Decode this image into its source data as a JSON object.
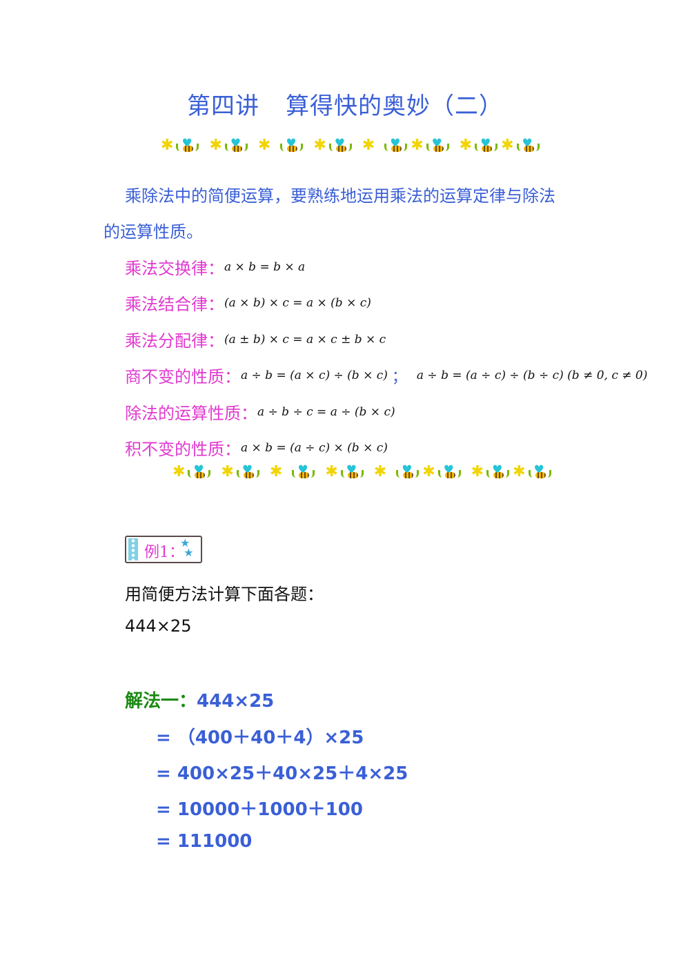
{
  "title": {
    "part1": "第四讲",
    "part2": "算得快的奥妙（二）"
  },
  "intro": {
    "line1": "乘除法中的简便运算，要熟练地运用乘法的运算定律与除法",
    "line2": "的运算性质。"
  },
  "rules": [
    {
      "label": "乘法交换律：",
      "formula": "a × b = b × a"
    },
    {
      "label": "乘法结合律：",
      "formula": "(a × b) × c = a × (b × c)"
    },
    {
      "label": "乘法分配律：",
      "formula": "(a ± b) × c = a × c ± b × c"
    },
    {
      "label": "商不变的性质：",
      "formula": "a ÷ b = (a × c) ÷ (b × c)",
      "separator": "；",
      "formula2": "a ÷ b = (a ÷ c) ÷ (b ÷ c)  (b ≠ 0, c ≠ 0)"
    },
    {
      "label": "除法的运算性质：",
      "formula": "a ÷ b ÷ c = a ÷ (b × c)"
    },
    {
      "label": "积不变的性质：",
      "formula": "a × b = (a ÷ c) × (b × c)"
    }
  ],
  "example": {
    "badge": "例1：",
    "instruction": "用简便方法计算下面各题：",
    "problem": "444×25"
  },
  "solution": {
    "label": "解法一：",
    "expr": "444×25",
    "steps": [
      "=  （400＋40＋4）×25",
      "= 400×25＋40×25＋4×25",
      "= 10000＋1000＋100",
      "= 111000"
    ]
  },
  "colors": {
    "title": "#3a5fd6",
    "rule_label": "#e03ad0",
    "solution_label": "#1c8a14",
    "solution_steps": "#3a5fd6"
  },
  "decorations": {
    "border_top": "flower-bee-border",
    "border_bottom": "flower-bee-border"
  }
}
